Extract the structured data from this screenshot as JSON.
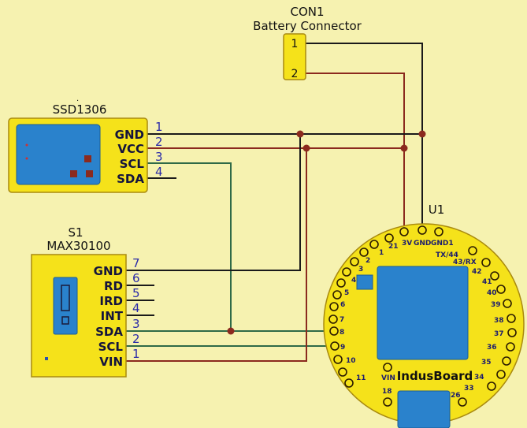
{
  "con1": {
    "ref": "CON1",
    "name": "Battery Connector",
    "pins": [
      "1",
      "2"
    ]
  },
  "ssd1306": {
    "name": "SSD1306",
    "pins": [
      {
        "name": "GND",
        "num": "1"
      },
      {
        "name": "VCC",
        "num": "2"
      },
      {
        "name": "SCL",
        "num": "3"
      },
      {
        "name": "SDA",
        "num": "4"
      }
    ]
  },
  "max30100": {
    "ref": "S1",
    "name": "MAX30100",
    "pins": [
      {
        "name": "GND",
        "num": "7"
      },
      {
        "name": "RD",
        "num": "6"
      },
      {
        "name": "IRD",
        "num": "5"
      },
      {
        "name": "INT",
        "num": "4"
      },
      {
        "name": "SDA",
        "num": "3"
      },
      {
        "name": "SCL",
        "num": "2"
      },
      {
        "name": "VIN",
        "num": "1"
      }
    ]
  },
  "u1": {
    "ref": "U1",
    "name": "IndusBoard",
    "pin_labels": [
      "21",
      "3V",
      "GND",
      "GND1",
      "TX/44",
      "43/RX",
      "1",
      "2",
      "3",
      "4",
      "5",
      "6",
      "7",
      "8",
      "9",
      "10",
      "11",
      "42",
      "41",
      "40",
      "39",
      "38",
      "37",
      "36",
      "35",
      "34",
      "33",
      "VIN",
      "18",
      "26"
    ]
  },
  "colors": {
    "background": "#f6f2b0",
    "component": "#f5e21a",
    "component_border": "#a98a0f",
    "screen": "#2a82cc",
    "wire_black": "#1a1a1a",
    "wire_red": "#8b2a1e",
    "wire_green": "#2f6a47",
    "junction": "#8b2a1e"
  }
}
